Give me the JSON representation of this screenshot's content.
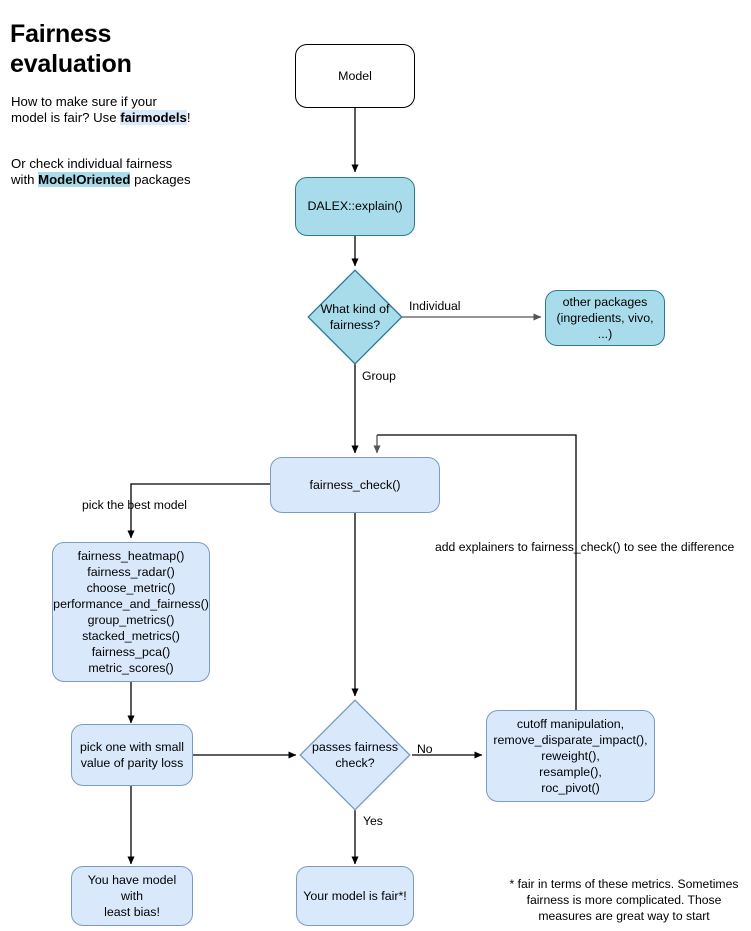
{
  "intro": {
    "title": "Fairness evaluation",
    "paragraph1_prefix": "How to make sure if your model is fair? Use ",
    "paragraph1_highlight": "fairmodels",
    "paragraph1_suffix": "!",
    "paragraph2_prefix": "Or check individual fairness with ",
    "paragraph2_highlight": "ModelOriented",
    "paragraph2_suffix": " packages"
  },
  "nodes": {
    "model": "Model",
    "dalex": "DALEX::explain()",
    "what_kind": "What kind of fairness?",
    "other_packages": "other packages\n(ingredients, vivo, ...)",
    "other_packages_line1": "other packages",
    "other_packages_line2": "(ingredients, vivo, ...)",
    "fairness_check": "fairness_check()",
    "functions_list": [
      "fairness_heatmap()",
      "fairness_radar()",
      "choose_metric()",
      "performance_and_fairness()",
      "group_metrics()",
      "stacked_metrics()",
      "fairness_pca()",
      "metric_scores()"
    ],
    "pick_one_line1": "pick one with small",
    "pick_one_line2": "value of parity loss",
    "passes_check": "passes fairness check?",
    "mitigation_list": [
      "cutoff manipulation,",
      "remove_disparate_impact(),",
      "reweight(),",
      "resample(),",
      "roc_pivot()"
    ],
    "least_bias_line1": "You have model with",
    "least_bias_line2": "least bias!",
    "model_is_fair": "Your model is fair*!"
  },
  "edge_labels": {
    "individual": "Individual",
    "group": "Group",
    "pick_best_model": "pick the best model",
    "add_explainers": "add explainers to fairness_check() to see the difference",
    "no": "No",
    "yes": "Yes"
  },
  "footnote": {
    "line1": "* fair in terms of these metrics. Sometimes",
    "line2": "fairness is more complicated. Those",
    "line3": "measures are great way to start"
  },
  "colors": {
    "cyan_fill": "#a8dceb",
    "cyan_stroke": "#2d7a94",
    "blue_fill": "#dae8fc",
    "blue_stroke": "#7a9bc4",
    "white_fill": "#ffffff",
    "black_stroke": "#000000",
    "gray_stroke": "#555555"
  }
}
